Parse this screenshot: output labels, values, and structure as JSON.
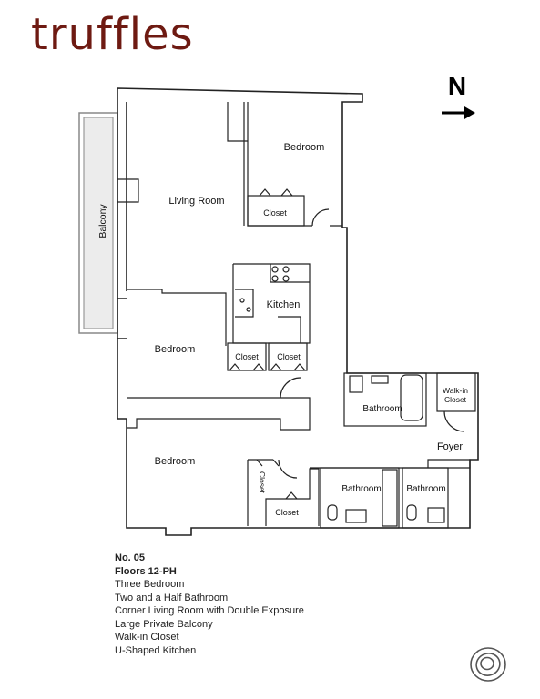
{
  "brand": {
    "name": "truffles",
    "color": "#6e1a12"
  },
  "compass": {
    "letter": "N"
  },
  "rooms": {
    "balcony": "Balcony",
    "living": "Living Room",
    "bedroom1": "Bedroom",
    "closet1": "Closet",
    "kitchen": "Kitchen",
    "bedroom2": "Bedroom",
    "closet2": "Closet",
    "closet3": "Closet",
    "bathroom1": "Bathroom",
    "walkin": [
      "Walk-in",
      "Closet"
    ],
    "foyer": "Foyer",
    "bedroom3": "Bedroom",
    "closet4": "Closet",
    "closet5": "Closet",
    "bathroom2": "Bathroom",
    "bathroom3": "Bathroom"
  },
  "unit": {
    "number": "No. 05",
    "floors": "Floors 12-PH",
    "features": [
      "Three Bedroom",
      "Two and a Half Bathroom",
      "Corner Living Room with Double Exposure",
      "Large Private Balcony",
      "Walk-in Closet",
      "U-Shaped Kitchen"
    ]
  },
  "logo": "seal-logo-icon"
}
